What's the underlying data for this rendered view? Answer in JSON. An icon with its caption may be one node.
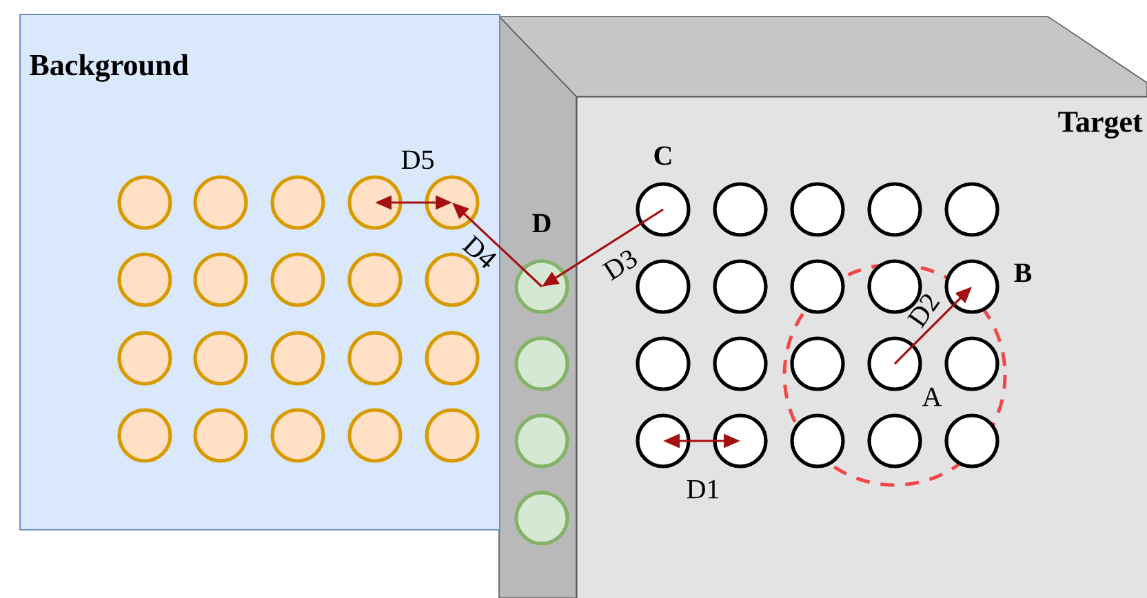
{
  "diagram": {
    "nodes": [
      {
        "text": [
          "Background"
        ]
      },
      {
        "text": [
          "Target"
        ]
      },
      {
        "text": [],
        "shape": "circle",
        "in": 0
      },
      {
        "text": [],
        "shape": "circle",
        "in": 0
      },
      {
        "text": [],
        "shape": "circle",
        "in": 0
      },
      {
        "text": [],
        "shape": "circle",
        "in": 0
      },
      {
        "text": [],
        "shape": "circle",
        "in": 0
      },
      {
        "text": [],
        "shape": "circle",
        "in": 0
      },
      {
        "text": [],
        "shape": "circle",
        "in": 0
      },
      {
        "text": [],
        "shape": "circle",
        "in": 0
      },
      {
        "text": [],
        "shape": "circle",
        "in": 0
      },
      {
        "text": [],
        "shape": "circle",
        "in": 0
      },
      {
        "text": [],
        "shape": "circle",
        "in": 0
      },
      {
        "text": [],
        "shape": "circle",
        "in": 0
      },
      {
        "text": [],
        "shape": "circle",
        "in": 0
      },
      {
        "text": [],
        "shape": "circle",
        "in": 0
      },
      {
        "text": [],
        "shape": "circle",
        "in": 0
      },
      {
        "text": [],
        "shape": "circle",
        "in": 0
      },
      {
        "text": [],
        "shape": "circle",
        "in": 0
      },
      {
        "text": [],
        "shape": "circle",
        "in": 0
      },
      {
        "text": [],
        "shape": "circle",
        "in": 0
      },
      {
        "text": [],
        "shape": "circle",
        "in": 0
      },
      {
        "text": [],
        "shape": "circle",
        "beside": [
          "D"
        ]
      },
      {
        "text": [],
        "shape": "circle"
      },
      {
        "text": [],
        "shape": "circle"
      },
      {
        "text": [],
        "shape": "circle"
      },
      {
        "text": [],
        "shape": "circle",
        "in": 1,
        "beside": [
          "C"
        ]
      },
      {
        "text": [],
        "shape": "circle",
        "in": 1
      },
      {
        "text": [],
        "shape": "circle",
        "in": 1
      },
      {
        "text": [],
        "shape": "circle",
        "in": 1
      },
      {
        "text": [],
        "shape": "circle",
        "in": 1
      },
      {
        "text": [],
        "shape": "circle",
        "in": 1
      },
      {
        "text": [],
        "shape": "circle",
        "in": 1
      },
      {
        "text": [],
        "shape": "circle",
        "in": 1
      },
      {
        "text": [],
        "shape": "circle",
        "in": 1
      },
      {
        "text": [],
        "shape": "circle",
        "in": 1,
        "beside": [
          "B"
        ]
      },
      {
        "text": [],
        "shape": "circle",
        "in": 1
      },
      {
        "text": [],
        "shape": "circle",
        "in": 1
      },
      {
        "text": [],
        "shape": "circle",
        "in": 1
      },
      {
        "text": [],
        "shape": "circle",
        "in": 1,
        "beside": [
          "A"
        ]
      },
      {
        "text": [],
        "shape": "circle",
        "in": 1
      },
      {
        "text": [],
        "shape": "circle",
        "in": 1
      },
      {
        "text": [],
        "shape": "circle",
        "in": 1
      },
      {
        "text": [],
        "shape": "circle",
        "in": 1
      },
      {
        "text": [],
        "shape": "circle",
        "in": 1
      },
      {
        "text": [],
        "shape": "circle",
        "in": 1
      }
    ],
    "edges": [
      {
        "from": 41,
        "to": 42,
        "arrow": "both",
        "label": "D1"
      },
      {
        "from": 39,
        "to": 35,
        "arrow": "to",
        "label": "D2"
      },
      {
        "from": 26,
        "to": 22,
        "arrow": "to",
        "label": "D3"
      },
      {
        "from": 22,
        "to": 6,
        "arrow": "to",
        "label": "D4"
      },
      {
        "from": 5,
        "to": 6,
        "arrow": "both",
        "label": "D5"
      }
    ]
  }
}
